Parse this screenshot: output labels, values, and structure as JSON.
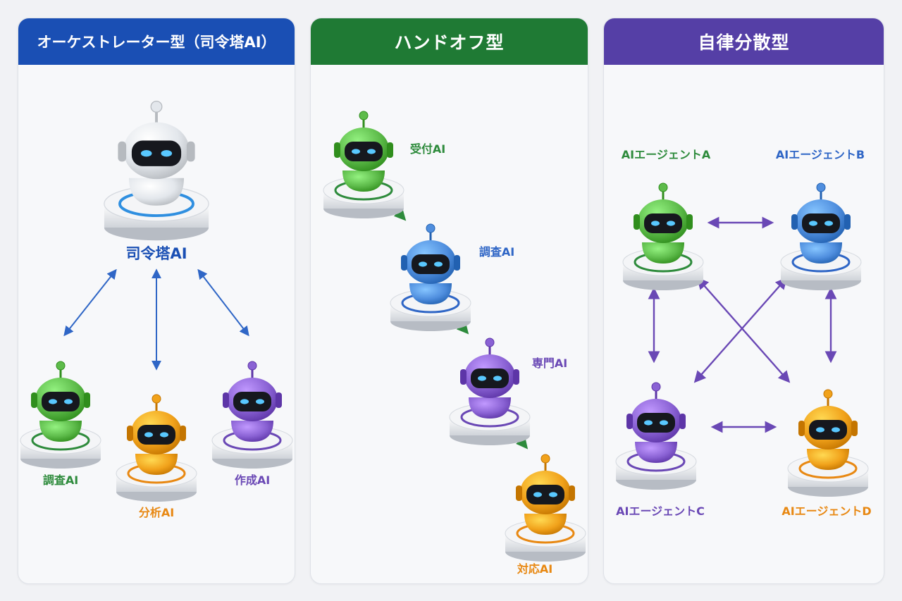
{
  "colors": {
    "blue": "#2f66c6",
    "green": "#2e8b3c",
    "purple": "#6a48b5",
    "orange": "#e88812",
    "header_blue": "#1a4fb4",
    "header_green": "#1f7a34",
    "header_purple": "#553fa6"
  },
  "panels": [
    {
      "title": "オーケストレーター型（司令塔AI）",
      "robots": [
        {
          "label": "司令塔AI",
          "color": "white",
          "icon": "orchestrator-robot-icon"
        },
        {
          "label": "調査AI",
          "color": "green",
          "icon": "research-robot-icon"
        },
        {
          "label": "分析AI",
          "color": "orange",
          "icon": "analysis-robot-icon"
        },
        {
          "label": "作成AI",
          "color": "purple",
          "icon": "creation-robot-icon"
        }
      ]
    },
    {
      "title": "ハンドオフ型",
      "robots": [
        {
          "label": "受付AI",
          "color": "green",
          "icon": "reception-robot-icon"
        },
        {
          "label": "調査AI",
          "color": "blue",
          "icon": "research-robot-icon"
        },
        {
          "label": "専門AI",
          "color": "purple",
          "icon": "specialist-robot-icon"
        },
        {
          "label": "対応AI",
          "color": "orange",
          "icon": "response-robot-icon"
        }
      ]
    },
    {
      "title": "自律分散型",
      "robots": [
        {
          "label": "AIエージェントA",
          "color": "green",
          "icon": "agent-a-robot-icon"
        },
        {
          "label": "AIエージェントB",
          "color": "blue",
          "icon": "agent-b-robot-icon"
        },
        {
          "label": "AIエージェントC",
          "color": "purple",
          "icon": "agent-c-robot-icon"
        },
        {
          "label": "AIエージェントD",
          "color": "orange",
          "icon": "agent-d-robot-icon"
        }
      ]
    }
  ]
}
